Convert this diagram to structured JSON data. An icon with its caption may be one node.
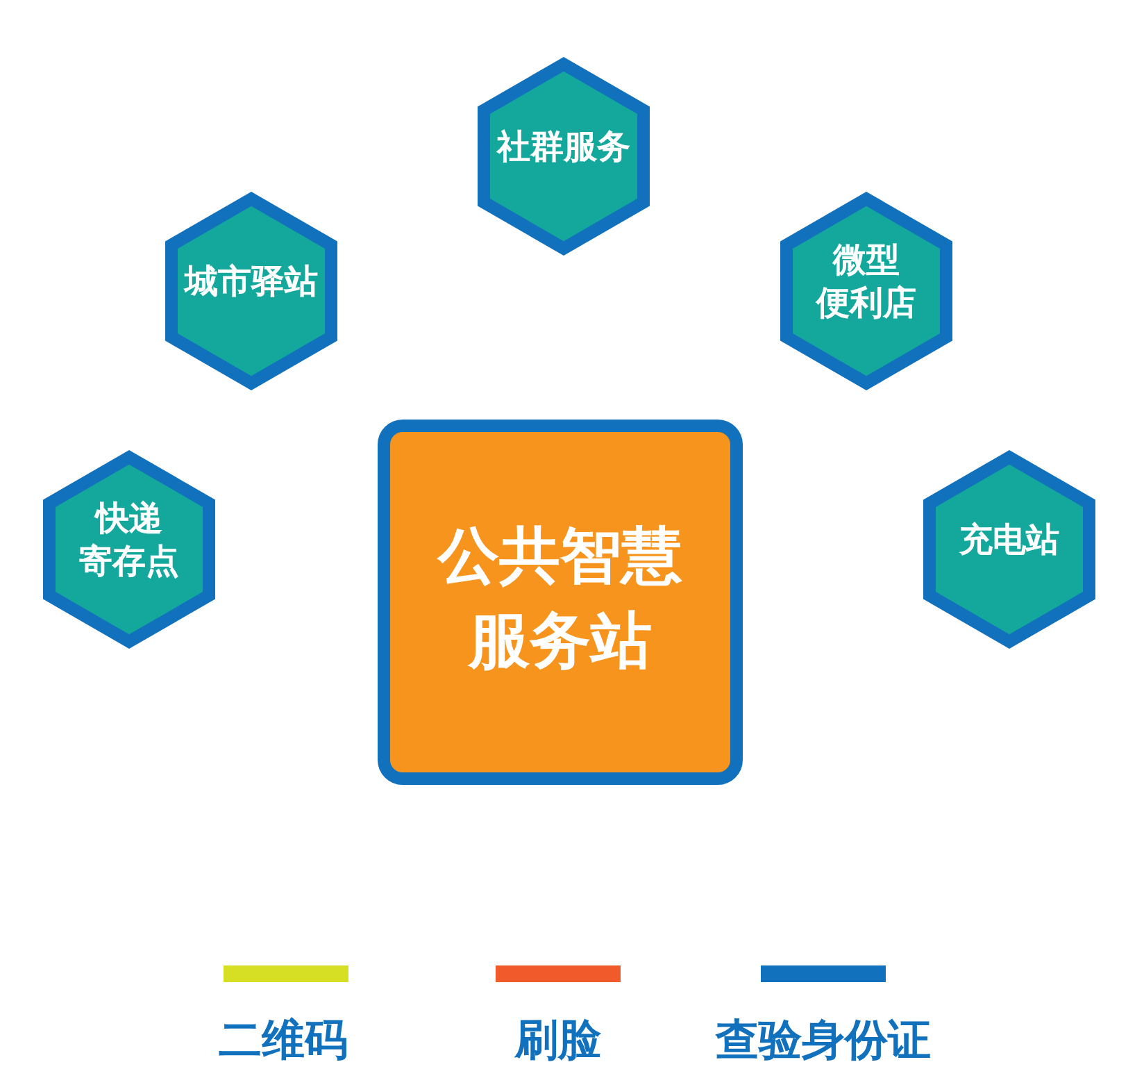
{
  "diagram": {
    "nodes": [
      {
        "text": [
          "社群服务"
        ]
      },
      {
        "text": [
          "城市驿站"
        ]
      },
      {
        "text": [
          "微型便利店"
        ]
      },
      {
        "text": [
          "快递寄存点"
        ]
      },
      {
        "text": [
          "充电站"
        ]
      },
      {
        "text": [
          "公共智慧服务站"
        ]
      }
    ],
    "legend": [
      {
        "text": "二维码",
        "color": "#d6df23"
      },
      {
        "text": "刷脸",
        "color": "#f15a2a"
      },
      {
        "text": "查验身份证",
        "color": "#1171bd"
      }
    ]
  }
}
